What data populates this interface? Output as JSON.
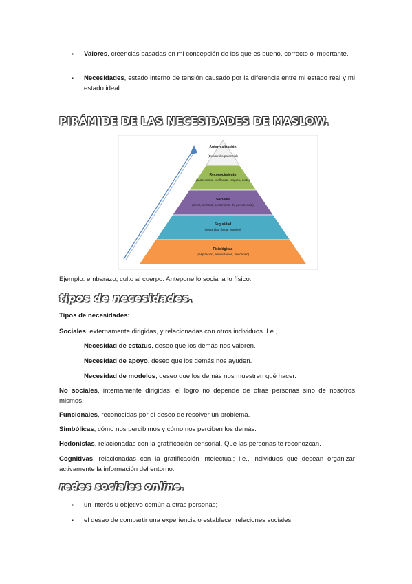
{
  "intro_bullets": [
    {
      "term": "Valores",
      "text": ", creencias basadas en mi concepción de los que es bueno, correcto o importante."
    },
    {
      "term": "Necesidades",
      "text": ", estado interno de tensión causado por la diferencia entre mi estado real y mi estado ideal."
    }
  ],
  "heading_maslow": "PIRÁMIDE DE LAS NECESIDADES DE MASLOW.",
  "pyramid": {
    "levels": [
      {
        "title": "Autorrealización",
        "desc": "(Desarrollo potencial)",
        "color": "#f2f2f2"
      },
      {
        "title": "Reconocimiento",
        "desc": "(autoestima, confianza, respeto, éxito)",
        "color": "#9bbb59"
      },
      {
        "title": "Sociales",
        "desc": "(amor, amistad, sentimiento de pertenencia)",
        "color": "#8064a2"
      },
      {
        "title": "Seguridad",
        "desc": "(seguridad física, empleo)",
        "color": "#4bacc6"
      },
      {
        "title": "Fisiológicas",
        "desc": "(respiración, alimentación, descanso)",
        "color": "#f79646"
      }
    ],
    "arrow_color": "#4f81bd"
  },
  "example": "Ejemplo: embarazo, culto al cuerpo. Antepone lo social a lo físico.",
  "heading_tipos": "tipos de necesidades.",
  "tipos_label": "Tipos de necesidades:",
  "sociales": {
    "term": "Sociales",
    "text": ", externamente dirigidas, y relacionadas con otros individuos. I.e.,"
  },
  "sub_needs": [
    {
      "term": "Necesidad de estatus",
      "text": ", deseo que los demás nos valoren."
    },
    {
      "term": "Necesidad de apoyo",
      "text": ", deseo que los demás nos ayuden."
    },
    {
      "term": "Necesidad de modelos",
      "text": ", deseo que los demás nos muestren qué hacer."
    }
  ],
  "no_sociales": {
    "term": "No sociales",
    "text": ", internamente dirigidas; el logro no depende de otras personas sino de nosotros mismos."
  },
  "funcionales": {
    "term": "Funcionales",
    "text": ", reconocidas por el deseo de resolver un problema."
  },
  "simbolicas": {
    "term": "Simbólicas",
    "text": ", cómo nos percibimos y cómo nos perciben los demás."
  },
  "hedonistas": {
    "term": "Hedonistas",
    "text": ", relacionadas con la gratificación sensorial. Que las personas te reconozcan."
  },
  "cognitivas": {
    "term": "Cognitivas",
    "text": ", relacionadas con la gratificación intelectual; i.e., individuos que desean organizar activamente la información del entorno."
  },
  "heading_redes": "redes sociales online.",
  "redes_bullets": [
    "un interés u objetivo común a otras personas;",
    "el deseo de compartir una experiencia o establecer relaciones sociales"
  ],
  "bullet_glyph": "▪"
}
